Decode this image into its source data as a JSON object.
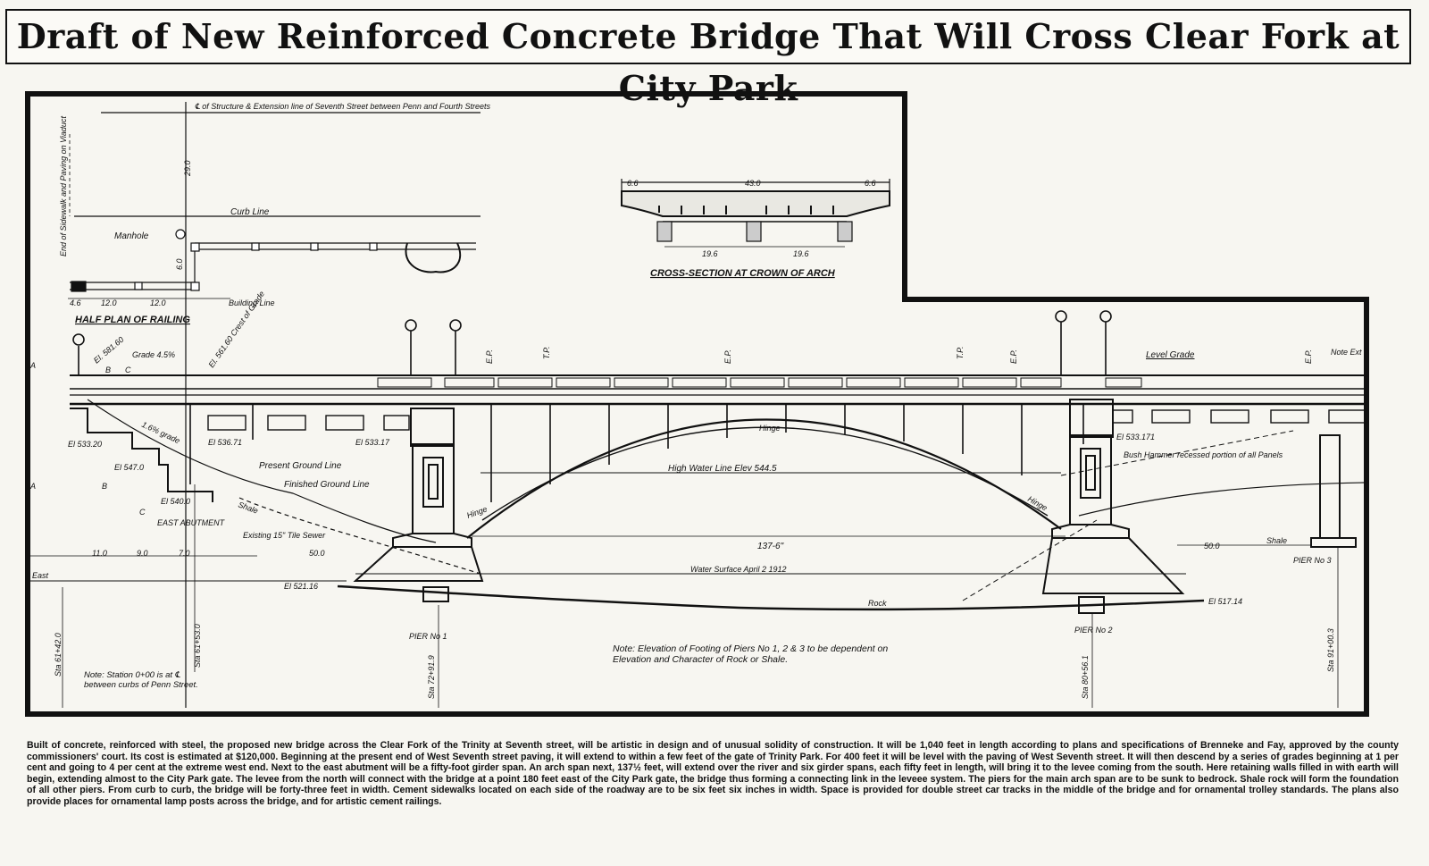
{
  "headline": "Draft of New Reinforced Concrete Bridge That Will Cross Clear Fork at City Park",
  "plan": {
    "title": "HALF PLAN OF RAILING",
    "centerline_note": "℄ of Structure & Extension line of Seventh Street between Penn and Fourth Streets",
    "end_note": "End of Sidewalk and Paving on Viaduct",
    "manhole": "Manhole",
    "curb_line": "Curb Line",
    "building_line": "Building Line",
    "dim_29": "29.0",
    "dim_6": "6.0",
    "dim_4": "4.6",
    "dim_12a": "12.0",
    "dim_12b": "12.0"
  },
  "section": {
    "title": "CROSS-SECTION AT CROWN OF ARCH",
    "dim_left": "6.6",
    "dim_center": "43.0",
    "dim_right": "6.6",
    "dim_span_left": "19.6",
    "dim_span_right": "19.6"
  },
  "elevation": {
    "grade": "Grade 4.5%",
    "grade_el": "El. 581.60",
    "el_top": "El. 561.60 Crest of Grade",
    "level_grade": "Level Grade",
    "note_right": "Note Ext",
    "el_5332": "El 533.20",
    "el_5470": "El 547.0",
    "el_5400": "El 540.0",
    "el_5367": "El 536.71",
    "el_53317a": "El 533.17",
    "el_53317b": "El 533.171",
    "el_5211": "El 521.16",
    "el_5171": "El 517.14",
    "grade_small": "1.6% grade",
    "present_ground": "Present Ground Line",
    "finished_ground": "Finished Ground Line",
    "shale": "Shale",
    "east_abutment": "EAST ABUTMENT",
    "tile_sewer": "Existing 15\" Tile Sewer",
    "hinge_top": "Hinge",
    "hinge_left": "Hinge",
    "hinge_right": "Hinge",
    "high_water": "High Water Line Elev 544.5",
    "water_surface": "Water Surface April 2 1912",
    "rock": "Rock",
    "shale_right": "Shale",
    "bush_hammer": "Bush Hammer recessed portion of all Panels",
    "span": "137-6\"",
    "span_50_left": "50.0",
    "span_50_right": "50.0",
    "dim_11": "11.0",
    "dim_9": "9.0",
    "dim_7": "7.0",
    "east": "East",
    "pier1": "PIER No 1",
    "pier2": "PIER No 2",
    "pier3": "PIER No 3",
    "elev_A": "A",
    "elev_B": "B",
    "elev_C": "C",
    "sta1": "Sta 61+42.0",
    "sta2": "Sta 61+53.0",
    "sta3": "Sta 72+91.9",
    "sta4": "Sta 80+56.1",
    "sta5": "Sta 91+00.3",
    "ep": "E.P.",
    "tp": "T.P.",
    "footing_note": "Note: Elevation of Footing of Piers No 1, 2 & 3 to be dependent on Elevation and Character of Rock or Shale.",
    "station_note": "Note: Station 0+00 is at ℄ between curbs of Penn Street."
  },
  "article": "Built of concrete, reinforced with steel, the proposed new bridge across the Clear Fork of the Trinity at Seventh street, will be artistic in design and of unusual solidity of construction. It will be 1,040 feet in length according to plans and specifications of Brenneke and Fay, approved by the county commissioners' court. Its cost is estimated at $120,000. Beginning at the present end of West Seventh street paving, it will extend to within a few feet of the gate of Trinity Park. For 400 feet it will be level with the paving of West Seventh street. It will then descend by a series of grades beginning at 1 per cent and going to 4 per cent at the extreme west end. Next to the east abutment will be a fifty-foot girder span. An arch span next, 137½ feet, will extend over the river and six girder spans, each fifty feet in length, will bring it to the levee coming from the south. Here retaining walls filled in with earth will begin, extending almost to the City Park gate. The levee from the north will connect with the bridge at a point 180 feet east of the City Park gate, the bridge thus forming a connecting link in the leveee system. The piers for the main arch span are to be sunk to bedrock. Shale rock will form the foundation of all other piers. From curb to curb, the bridge will be forty-three feet in width. Cement sidewalks located on each side of the roadway are to be six feet six inches in width. Space is provided for double street car tracks in the middle of the bridge and for ornamental trolley standards. The plans also provide places for ornamental lamp posts across the bridge, and for artistic cement railings."
}
